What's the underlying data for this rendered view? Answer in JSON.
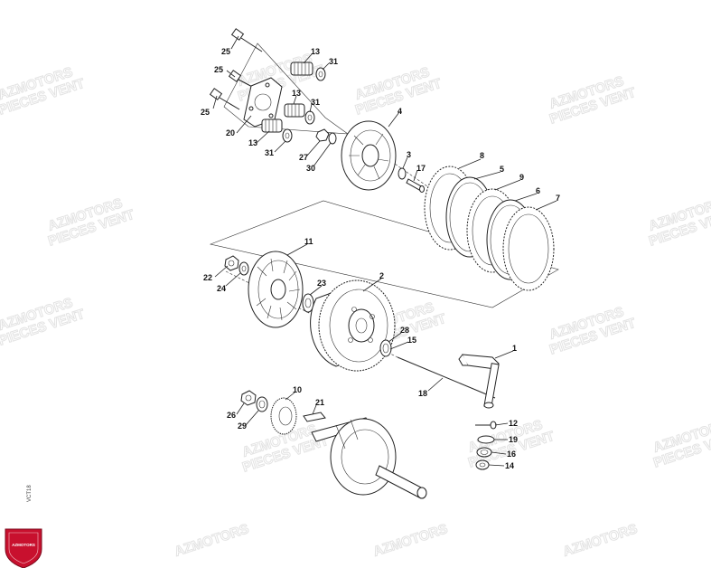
{
  "watermark": {
    "line1": "AZMOTORS",
    "line2": "PIECES VENT"
  },
  "figure_code": "VCT18",
  "logo_text": "AZMOTORS",
  "callouts": {
    "c1": "1",
    "c2": "2",
    "c3": "3",
    "c4": "4",
    "c5": "5",
    "c6": "6",
    "c7": "7",
    "c8": "8",
    "c9": "9",
    "c10": "10",
    "c11": "11",
    "c12": "12",
    "c13": "13",
    "c14": "14",
    "c15": "15",
    "c16": "16",
    "c17": "17",
    "c18": "18",
    "c19": "19",
    "c20": "20",
    "c21": "21",
    "c22": "22",
    "c23": "23",
    "c24": "24",
    "c25": "25",
    "c26": "26",
    "c27": "27",
    "c28": "28",
    "c29": "29",
    "c30": "30",
    "c31": "31"
  },
  "colors": {
    "logo_red": "#c8102e",
    "ink": "#222222",
    "watermark": "#e3e3e3"
  }
}
